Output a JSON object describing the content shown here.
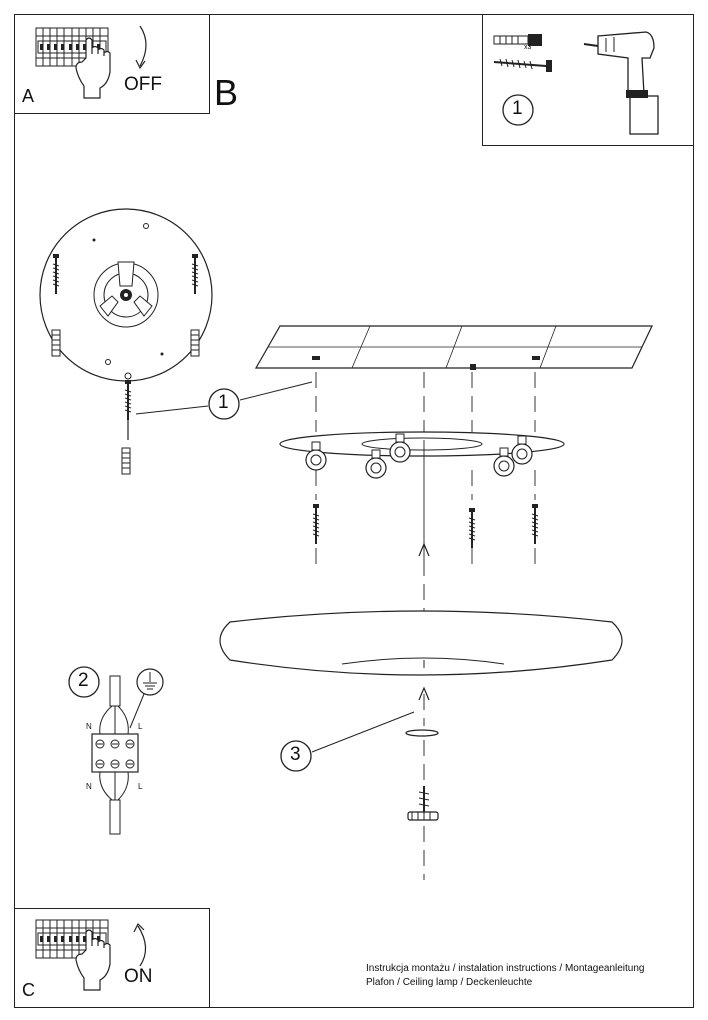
{
  "panels": {
    "a": {
      "letter": "A",
      "switch_text": "OFF"
    },
    "b": {
      "letter": "B"
    },
    "c": {
      "letter": "C",
      "switch_text": "ON"
    }
  },
  "tools": {
    "step": "1",
    "quantity": "x3"
  },
  "steps": {
    "ceiling": "1",
    "wiring": "2",
    "shade": "3"
  },
  "wiring": {
    "terminals_top": [
      "N",
      "L"
    ],
    "terminals_bottom": [
      "N",
      "L"
    ],
    "ground_icon": "earth-ground-icon"
  },
  "footer": {
    "line1": "Instrukcja montażu / instalation instructions / Montageanleitung",
    "line2": "Plafon / Ceiling lamp / Deckenleuchte"
  }
}
